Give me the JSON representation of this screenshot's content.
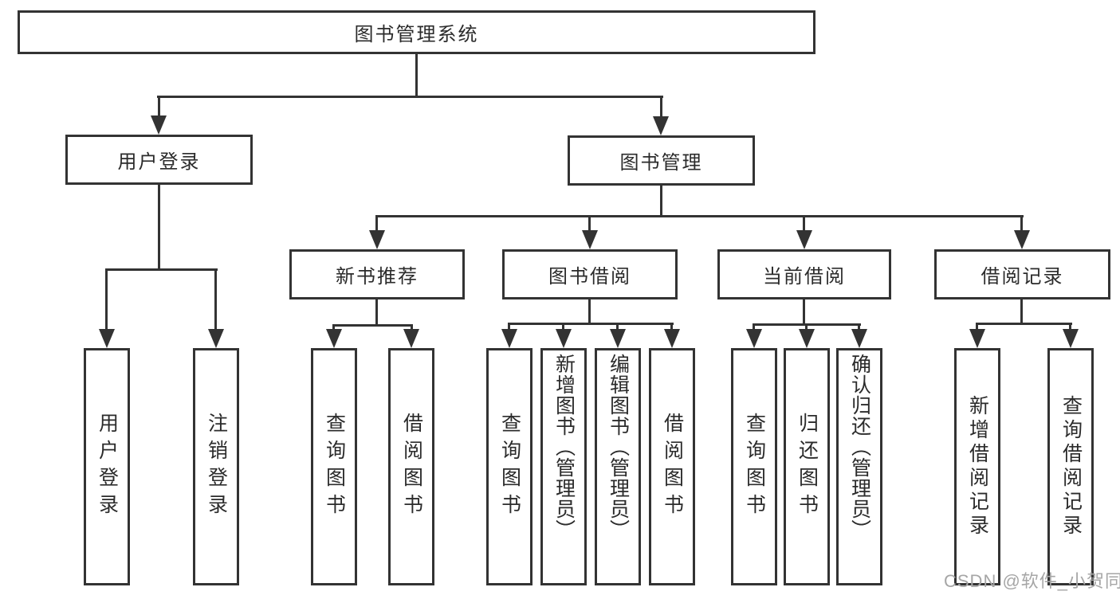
{
  "tree": {
    "root": "图书管理系统",
    "branches": [
      {
        "label": "用户登录",
        "children": [
          "用户登录",
          "注销登录"
        ]
      },
      {
        "label": "图书管理",
        "children": [
          {
            "label": "新书推荐",
            "children": [
              "查询图书",
              "借阅图书"
            ]
          },
          {
            "label": "图书借阅",
            "children": [
              "查询图书",
              "新增图书（管理员）",
              "编辑图书（管理员）",
              "借阅图书"
            ]
          },
          {
            "label": "当前借阅",
            "children": [
              "查询图书",
              "归还图书",
              "确认归还（管理员）"
            ]
          },
          {
            "label": "借阅记录",
            "children": [
              "新增借阅记录",
              "查询借阅记录"
            ]
          }
        ]
      }
    ]
  },
  "watermark": "CSDN @软件_小贺同学",
  "colors": {
    "line": "#333333",
    "text": "#2b2b2b",
    "watermark": "#a6a6a6",
    "background": "#ffffff"
  }
}
